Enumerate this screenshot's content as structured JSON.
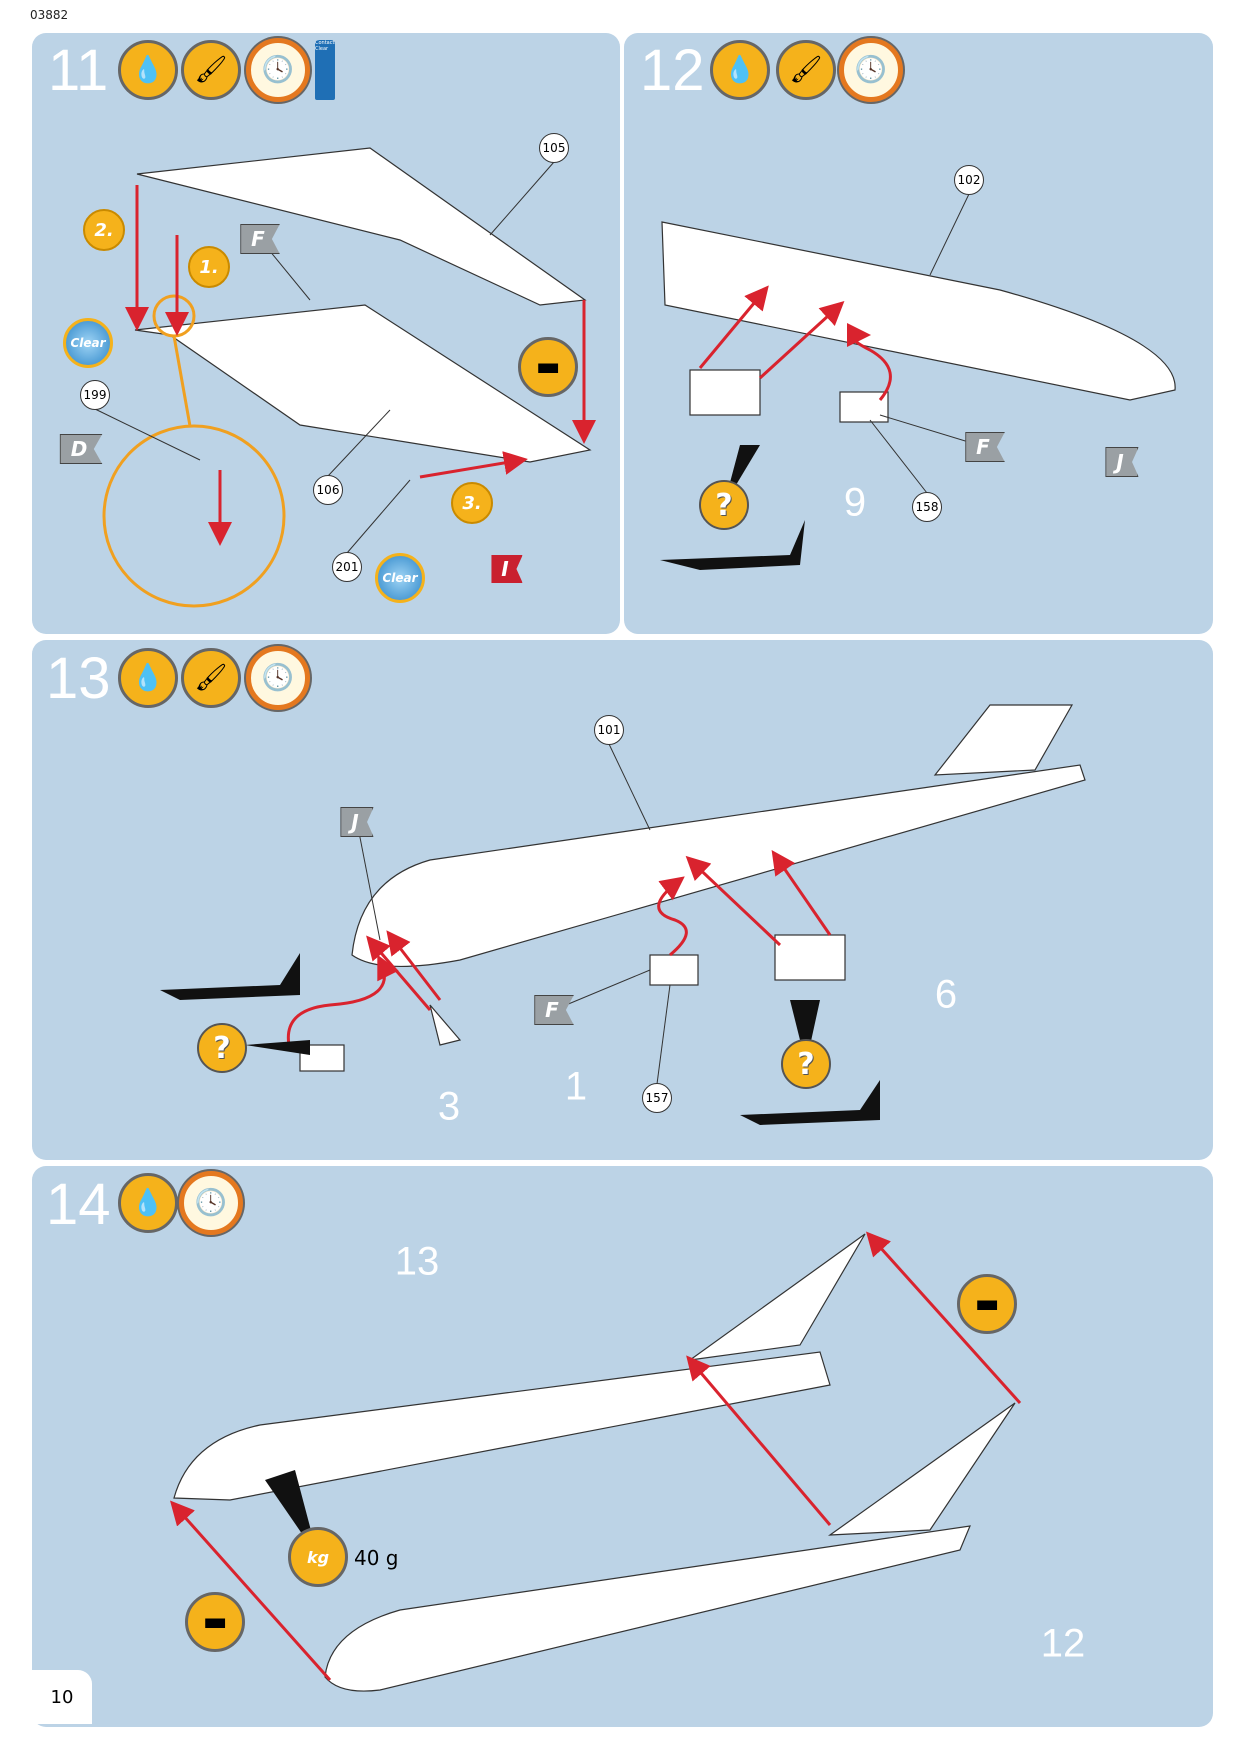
{
  "doc_code": "03882",
  "page_number": "10",
  "steps": [
    {
      "number": "11",
      "parts": [
        "105",
        "106",
        "199",
        "201"
      ],
      "substeps": [
        "1.",
        "2.",
        "3."
      ],
      "flags": [
        "F",
        "D",
        "I"
      ],
      "clear_label": "Clear",
      "bottle_label": "Contacta Clear"
    },
    {
      "number": "12",
      "parts": [
        "102",
        "158"
      ],
      "big_labels": [
        "9"
      ],
      "flags": [
        "F",
        "J"
      ],
      "question": "?"
    },
    {
      "number": "13",
      "parts": [
        "101",
        "157"
      ],
      "big_labels": [
        "6",
        "1",
        "3"
      ],
      "flags": [
        "J",
        "F"
      ],
      "question": "?"
    },
    {
      "number": "14",
      "big_labels": [
        "13",
        "12"
      ],
      "weight": "40 g",
      "weight_unit": "kg"
    }
  ],
  "colors": {
    "panel": "#bcd3e6",
    "accent": "#f5b21b",
    "arrow": "#d9232e"
  }
}
